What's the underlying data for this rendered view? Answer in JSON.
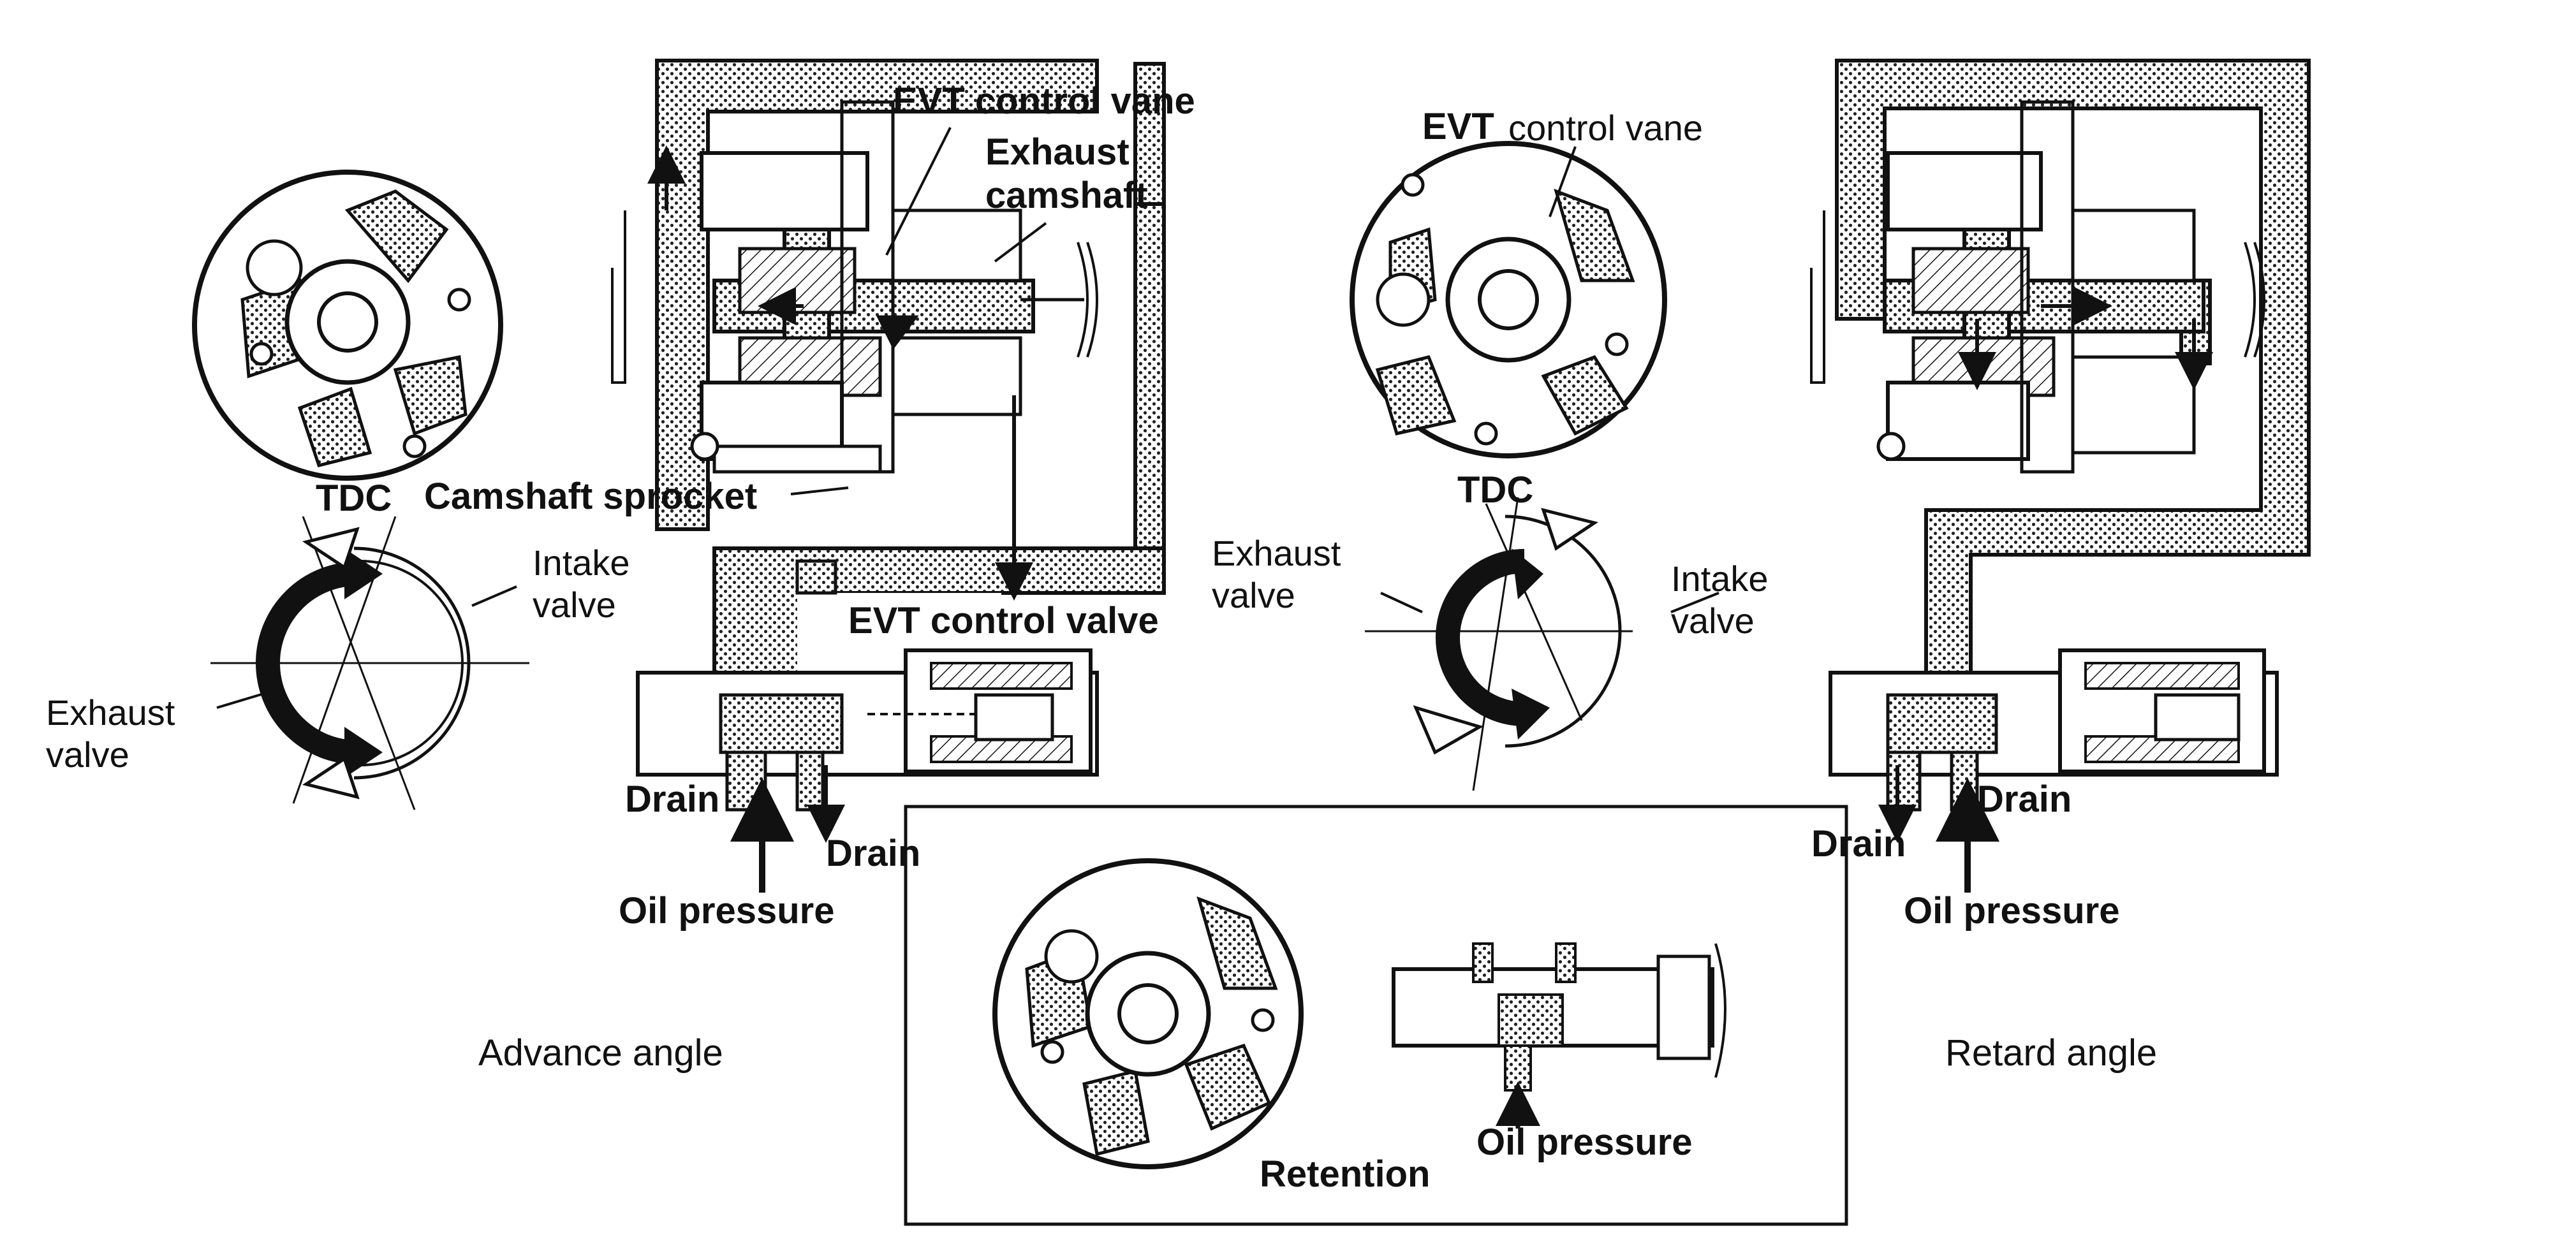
{
  "labels": {
    "evt_control_vane_left": "EVT control vane",
    "exhaust_camshaft": "Exhaust\ncamshaft",
    "camshaft_sprocket": "Camshaft sprocket",
    "tdc_left": "TDC",
    "intake_valve_left": "Intake\nvalve",
    "exhaust_valve_left": "Exhaust\nvalve",
    "evt_control_valve": "EVT control valve",
    "drain_left_1": "Drain",
    "drain_left_2": "Drain",
    "oil_pressure_left": "Oil pressure",
    "advance_angle": "Advance angle",
    "evt_bold": "EVT",
    "control_vane_right": "control vane",
    "tdc_right": "TDC",
    "exhaust_valve_right": "Exhaust\nvalve",
    "intake_valve_right": "Intake\nvalve",
    "drain_right_1": "Drain",
    "drain_right_2": "Drain",
    "oil_pressure_right": "Oil pressure",
    "retard_angle": "Retard angle",
    "retention": "Retention",
    "oil_pressure_retention": "Oil pressure"
  },
  "colors": {
    "ink": "#111111",
    "stipple": "#8a8a8a",
    "background": "#ffffff"
  },
  "icons": {
    "flow_arrow": "flow-arrow",
    "rotation_arrow": "curved-rotation-arrow"
  }
}
